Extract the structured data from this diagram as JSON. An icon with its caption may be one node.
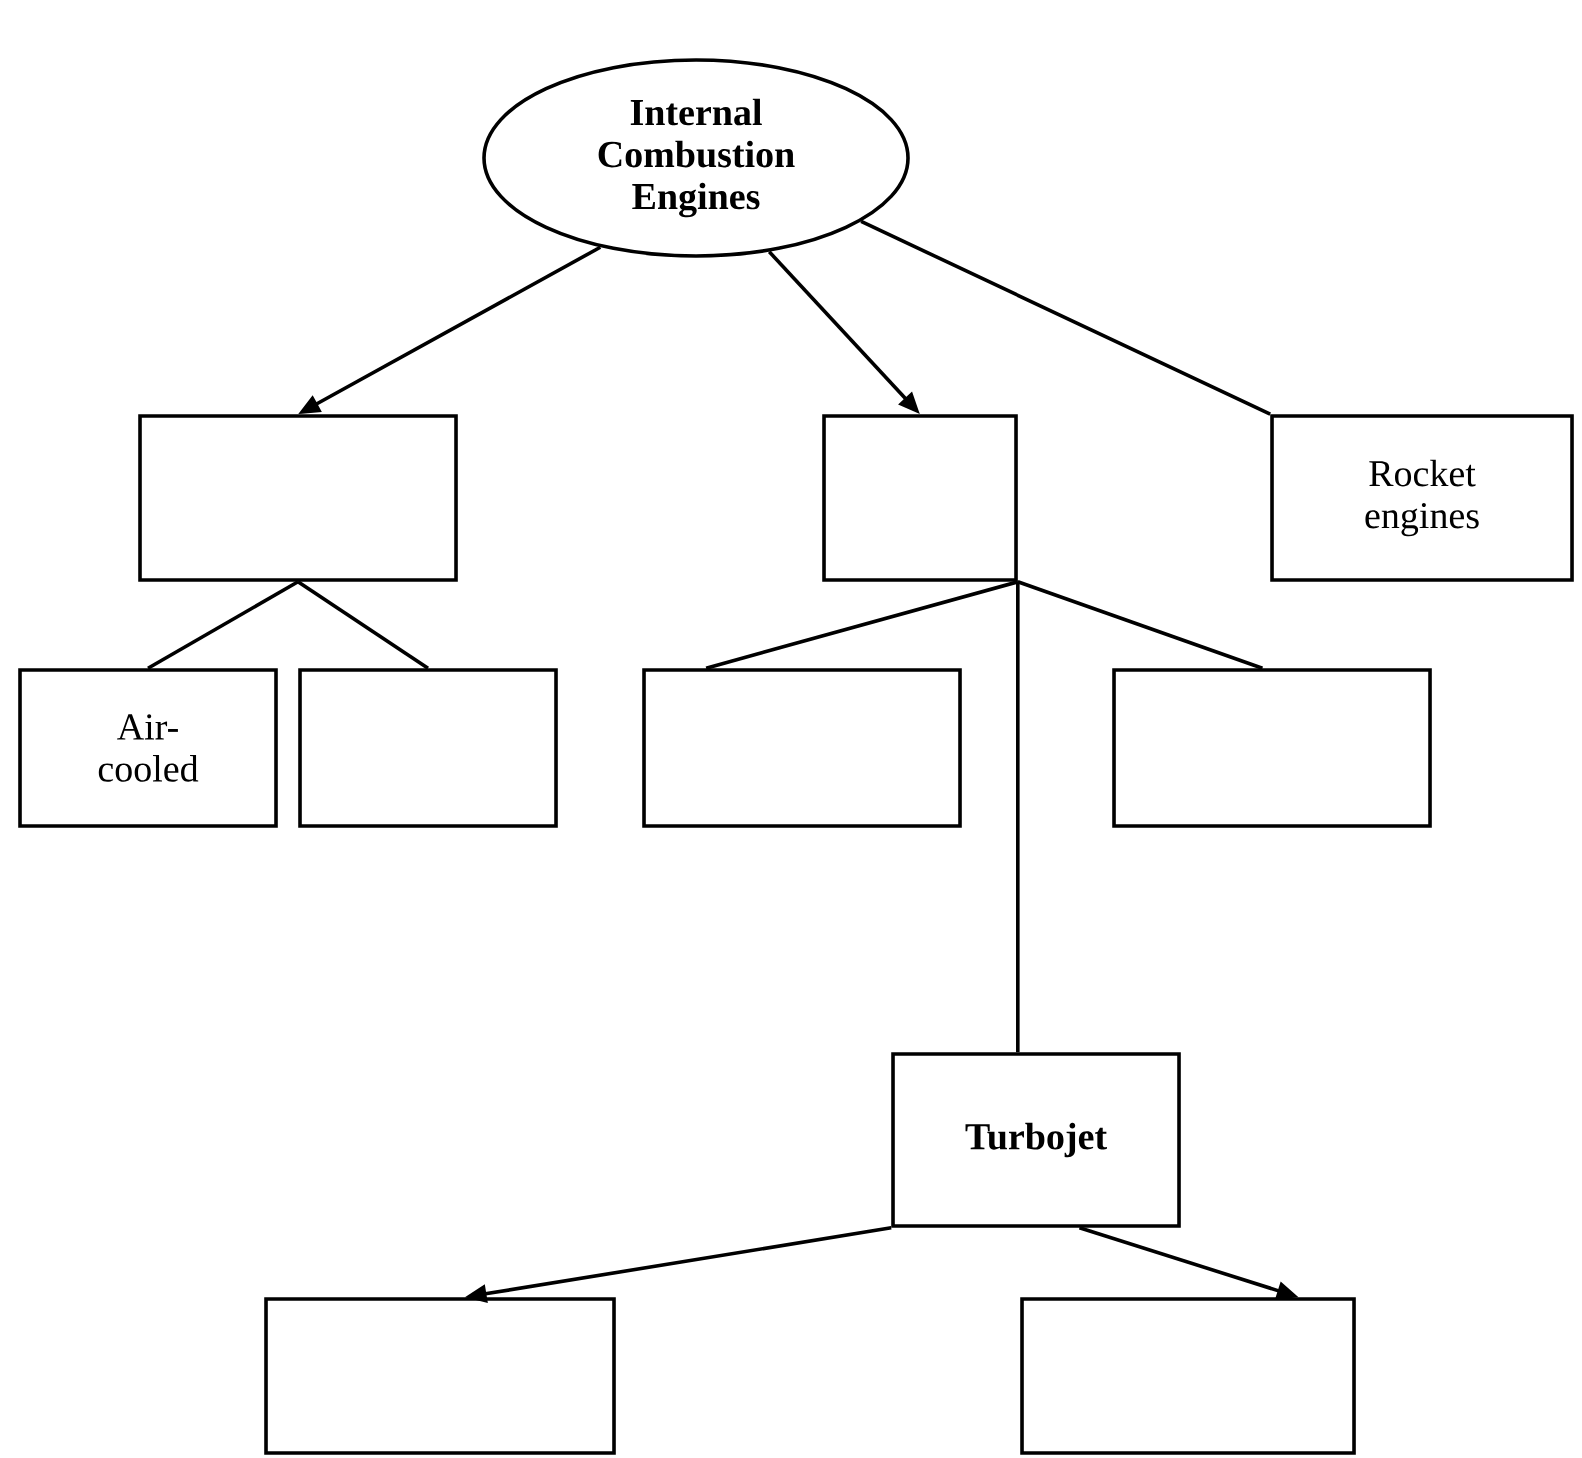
{
  "diagram": {
    "nodes": [
      {
        "text": [
          "Internal Combustion Engines"
        ]
      },
      {
        "text": [],
        "shape": "box"
      },
      {
        "text": [],
        "shape": "box"
      },
      {
        "text": [
          "Rocket engines"
        ]
      },
      {
        "text": [
          "Air-cooled"
        ]
      },
      {
        "text": [],
        "shape": "box"
      },
      {
        "text": [],
        "shape": "box"
      },
      {
        "text": [],
        "shape": "box"
      },
      {
        "text": [
          "Turbojet"
        ]
      },
      {
        "text": [],
        "shape": "box"
      },
      {
        "text": [],
        "shape": "box"
      }
    ],
    "edges": [
      {
        "from": 0,
        "to": 1,
        "arrow": "to"
      },
      {
        "from": 0,
        "to": 2,
        "arrow": "to"
      },
      {
        "from": 0,
        "to": 3,
        "arrow": "none"
      },
      {
        "from": 1,
        "to": 4,
        "arrow": "none"
      },
      {
        "from": 1,
        "to": 5,
        "arrow": "none"
      },
      {
        "from": 2,
        "to": 6,
        "arrow": "none"
      },
      {
        "from": 2,
        "to": 7,
        "arrow": "none"
      },
      {
        "from": 2,
        "to": 8,
        "arrow": "none"
      },
      {
        "from": 8,
        "to": 9,
        "arrow": "to"
      },
      {
        "from": 8,
        "to": 10,
        "arrow": "to"
      }
    ]
  }
}
